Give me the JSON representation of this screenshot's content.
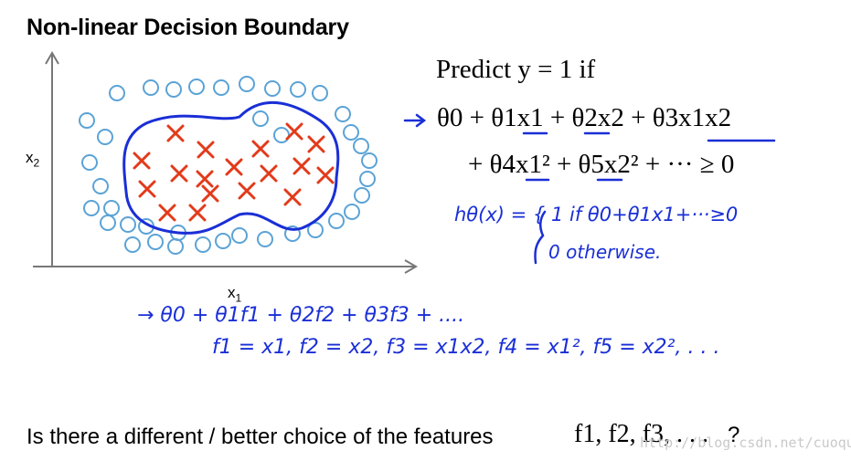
{
  "title": "Non-linear Decision Boundary",
  "axes": {
    "x_label": "x",
    "x_sub": "1",
    "y_label": "x",
    "y_sub": "2"
  },
  "slide_text": {
    "predict": "Predict y = 1 if",
    "line1": "θ0 + θ1x1 + θ2x2 + θ3x1x2",
    "line2": "+ θ4x1² + θ5x2² + ··· ≥ 0",
    "question": "Is there a different / better choice of the features",
    "features": "f1, f2, f3, . . .",
    "question_mark": "?"
  },
  "handwriting": {
    "hypothesis": "hθ(x) = { 1   if   θ0+θ1x1+···≥0",
    "otherwise": "0   otherwise.",
    "features_sum": "→ θ0 + θ1f1 + θ2f2 + θ3f3 + ....",
    "feature_defs": "f1 = x1,  f2 = x2,  f3 = x1x2,  f4 = x1²,  f5 = x2²,  . . ."
  },
  "watermark": "http://blog.csdn.net/cuoqu",
  "colors": {
    "ink_blue": "#1a2fd6",
    "cross_red": "#e23a1a",
    "circle_blue": "#5ba3d6",
    "axis_gray": "#777777"
  }
}
